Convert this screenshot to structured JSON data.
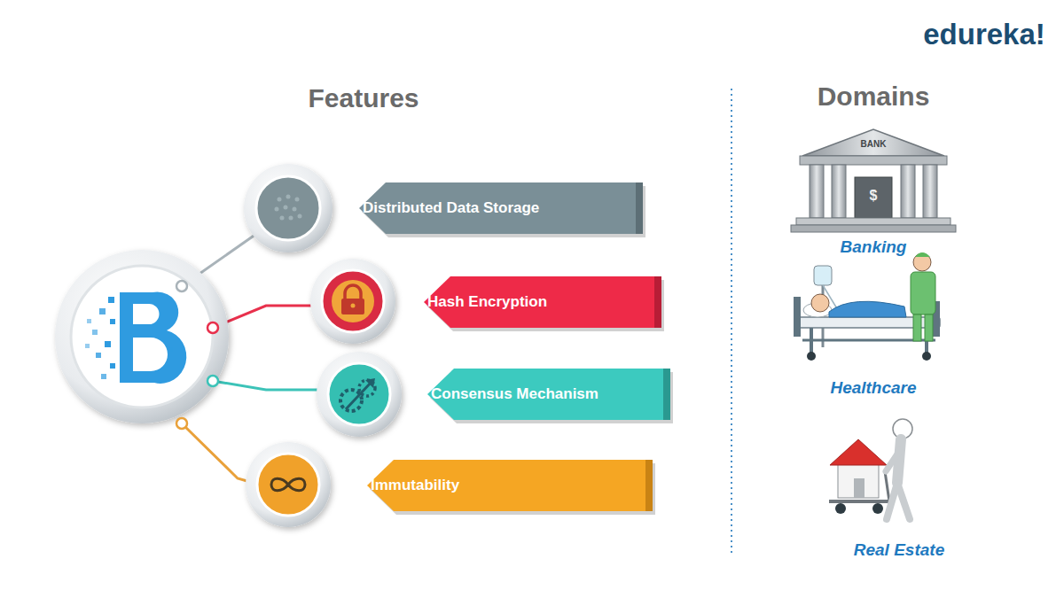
{
  "diagram": {
    "nodes": [
      {
        "text": [
          "Distributed Data Storage"
        ]
      },
      {
        "text": [
          "Hash Encryption"
        ]
      },
      {
        "text": [
          "Consensus Mechanism"
        ]
      },
      {
        "text": [
          "Immutability"
        ]
      }
    ],
    "labels": [
      "edureka!",
      "Features",
      "Domains",
      "BANK",
      "$",
      "Banking",
      "Healthcare",
      "Real Estate"
    ]
  }
}
